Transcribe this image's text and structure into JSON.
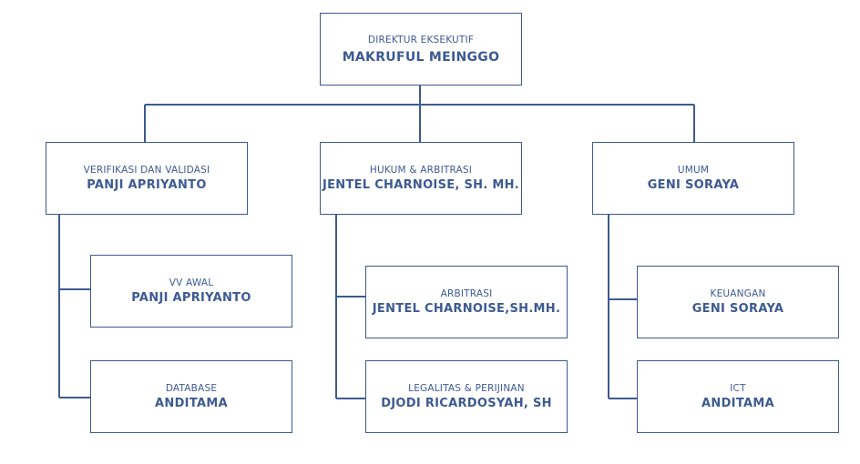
{
  "colors": {
    "line": "#3d5a92",
    "text": "#3d5a92"
  },
  "director": {
    "role": "DIREKTUR EKSEKUTIF",
    "name": "MAKRUFUL MEINGGO"
  },
  "divisions": [
    {
      "role": "VERIFIKASI DAN VALIDASI",
      "name": "PANJI APRIYANTO",
      "units": [
        {
          "role": "VV AWAL",
          "name": "PANJI APRIYANTO"
        },
        {
          "role": "DATABASE",
          "name": "ANDITAMA"
        }
      ]
    },
    {
      "role": "HUKUM & ARBITRASI",
      "name": "JENTEL CHARNOISE, SH. MH.",
      "units": [
        {
          "role": "ARBITRASI",
          "name": "JENTEL CHARNOISE,SH.MH."
        },
        {
          "role": "LEGALITAS & PERIJINAN",
          "name": "DJODI RICARDOSYAH, SH"
        }
      ]
    },
    {
      "role": "UMUM",
      "name": "GENI SORAYA",
      "units": [
        {
          "role": "KEUANGAN",
          "name": "GENI SORAYA"
        },
        {
          "role": "ICT",
          "name": "ANDITAMA"
        }
      ]
    }
  ]
}
